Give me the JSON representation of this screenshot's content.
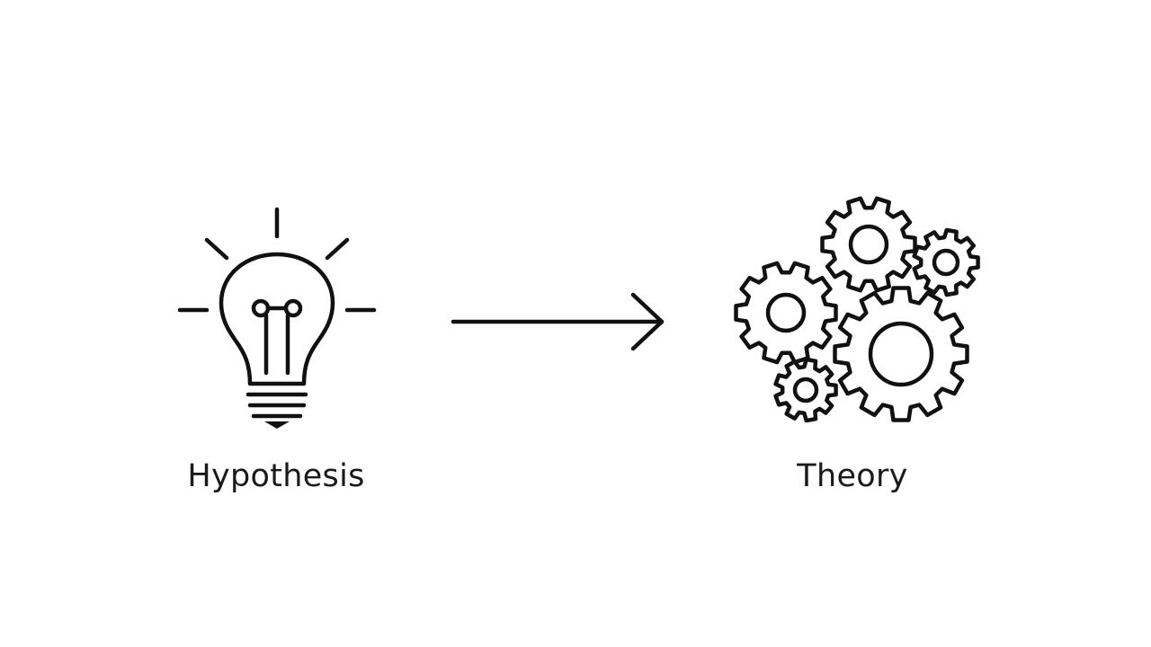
{
  "diagram": {
    "nodes": [
      {
        "id": "hypothesis",
        "label": "Hypothesis",
        "icon": "lightbulb-icon"
      },
      {
        "id": "theory",
        "label": "Theory",
        "icon": "gears-icon"
      }
    ],
    "edges": [
      {
        "from": "hypothesis",
        "to": "theory",
        "type": "arrow"
      }
    ],
    "colors": {
      "stroke": "#111111",
      "background": "#ffffff",
      "text": "#1a1a1a"
    }
  }
}
